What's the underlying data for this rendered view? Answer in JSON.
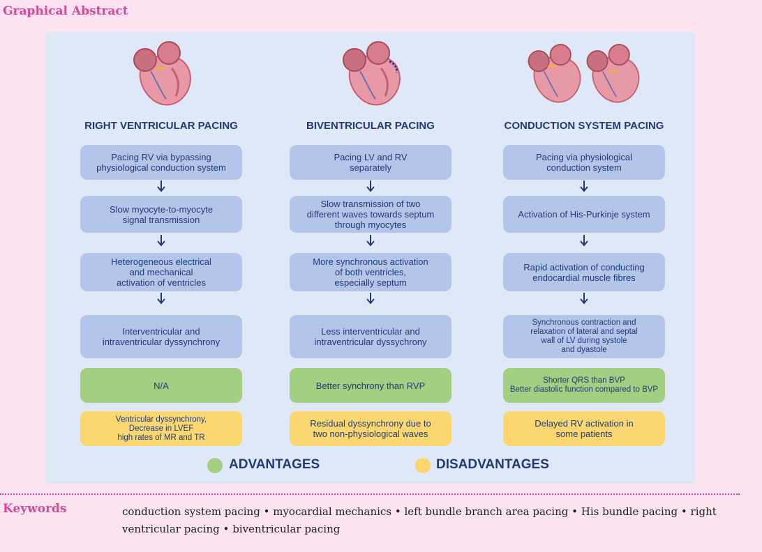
{
  "graphical_abstract": {
    "title": "Graphical Abstract"
  },
  "columns": [
    {
      "title": "RIGHT VENTRICULAR PACING",
      "steps": [
        "Pacing RV via bypassing\nphysiological conduction system",
        "Slow myocyte-to-myocyte\nsignal transmission",
        "Heterogeneous electrical\nand mechanical\nactivation of ventricles",
        "Interventricular and\nintraventricular dyssynchrony"
      ],
      "advantage": "N/A",
      "disadvantage": "Ventricular dyssynchrony,\nDecrease in LVEF\nhigh rates of MR and TR"
    },
    {
      "title": "BIVENTRICULAR PACING",
      "steps": [
        "Pacing LV and RV\nseparately",
        "Slow transmission of two\ndifferent waves towards septum\nthrough myocytes",
        "More synchronous activation\nof both ventricles,\nespecially septum",
        "Less interventricular and\nintraventricular dyssychrony"
      ],
      "advantage": "Better synchrony than RVP",
      "disadvantage": "Residual dyssynchrony due to\ntwo non-physiological waves"
    },
    {
      "title": "CONDUCTION SYSTEM PACING",
      "steps": [
        "Pacing via physiological\nconduction system",
        "Activation of His-Purkinje system",
        "Rapid activation of conducting\nendocardial muscle fibres",
        "Synchronous contraction and\nrelaxation of lateral and septal\nwall of LV during systole\nand dyastole"
      ],
      "advantage": "Shorter QRS than BVP\nBetter diastolic function compared to BVP",
      "disadvantage": "Delayed RV activation in\nsome patients"
    }
  ],
  "legend": {
    "advantages": "ADVANTAGES",
    "disadvantages": "DISADVANTAGES"
  },
  "colors": {
    "advantage": "#a2cf82",
    "disadvantage": "#fcd66e",
    "step": "#b3c6ea",
    "accent": "#e0449a",
    "text": "#1e3a78"
  },
  "keywords": {
    "title": "Keywords",
    "items": [
      "conduction system pacing",
      "myocardial mechanics",
      "left bundle branch area pacing",
      "His bundle pacing",
      "right ventricular pacing",
      "biventricular pacing"
    ],
    "separator": "•"
  },
  "icons": [
    "heart-icon",
    "arrow-down-icon"
  ]
}
